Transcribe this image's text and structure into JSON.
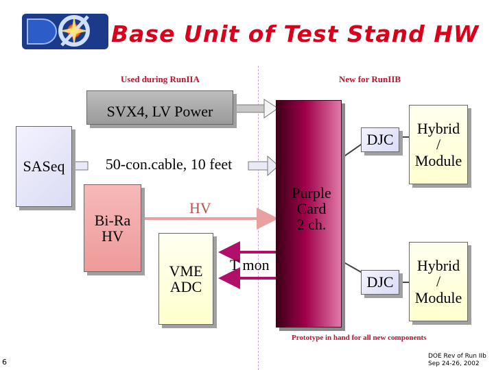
{
  "title": "Base Unit of Test Stand HW",
  "logo": {
    "text": "DØ",
    "name": "d0-logo"
  },
  "sections": {
    "left": "Used during RunIIA",
    "right": "New for RunIIB"
  },
  "boxes": {
    "svx4": "SVX4, LV Power",
    "saseq": "SASeq",
    "cable": "50-con.cable, 10 feet",
    "bira_line1": "Bi-Ra",
    "bira_line2": "HV",
    "hv_label": "HV",
    "vme_line1": "VME",
    "vme_line2": "ADC",
    "tmon": "T mon",
    "purple_line1": "Purple",
    "purple_line2": "Card",
    "purple_line3": "2 ch.",
    "djc_top": "DJC",
    "djc_bottom": "DJC",
    "hybrid_top_line1": "Hybrid",
    "hybrid_top_line2": "/",
    "hybrid_top_line3": "Module",
    "hybrid_bottom_line1": "Hybrid",
    "hybrid_bottom_line2": "/",
    "hybrid_bottom_line3": "Module"
  },
  "footer": {
    "note": "Prototype in hand for all new components",
    "page": "6",
    "corner_line1": "DOE Rev of Run IIb",
    "corner_line2": "Sep 24-26, 2002"
  },
  "colors": {
    "title": "#d8001a",
    "section": "#c0102a",
    "arrow_pink": "#e8a0a0",
    "arrow_magenta": "#b0106a",
    "purple_card": "#a0004a",
    "divider": "#c9a0e6"
  }
}
